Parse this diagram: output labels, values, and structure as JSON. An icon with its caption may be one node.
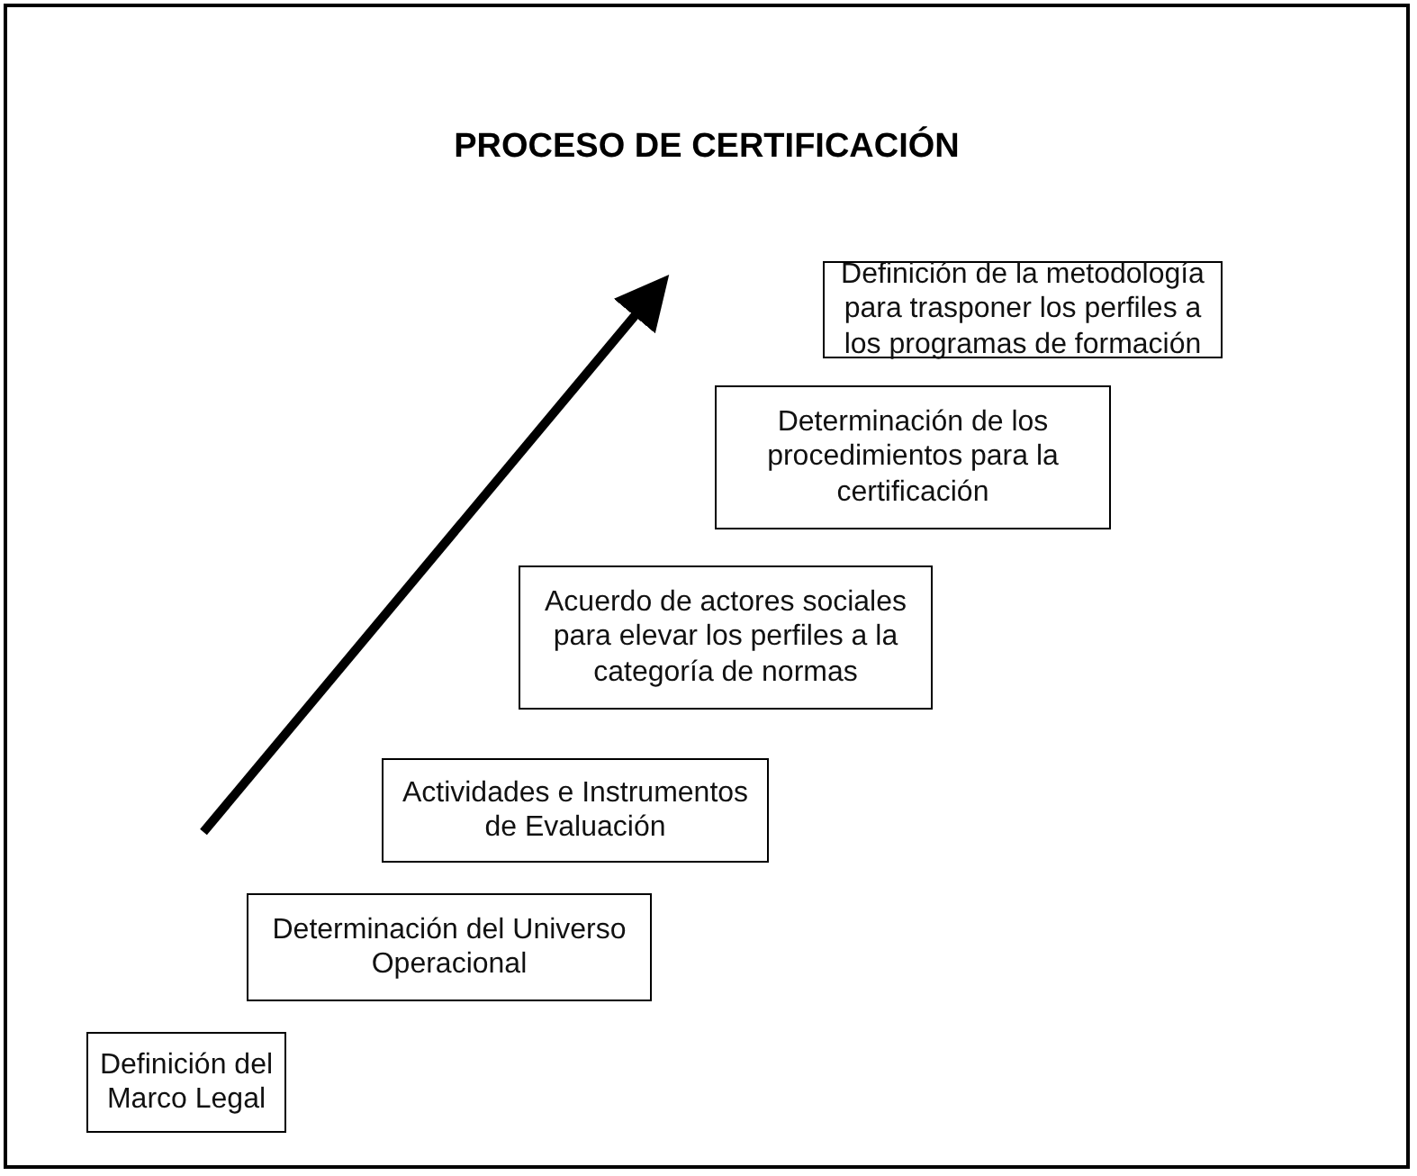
{
  "diagram": {
    "title": "PROCESO DE CERTIFICACIÓN",
    "nodes": [
      {
        "text": [
          "Definición del Marco Legal"
        ]
      },
      {
        "text": [
          "Determinación del Universo Operacional"
        ]
      },
      {
        "text": [
          "Actividades e Instrumentos de Evaluación"
        ]
      },
      {
        "text": [
          "Acuerdo de actores sociales para elevar los perfiles a la categoría de normas"
        ]
      },
      {
        "text": [
          "Determinación de los procedimientos para la certificación"
        ]
      },
      {
        "text": [
          "Definición de la metodología para trasponer los perfiles a los programas de formación"
        ]
      }
    ],
    "edges": []
  }
}
